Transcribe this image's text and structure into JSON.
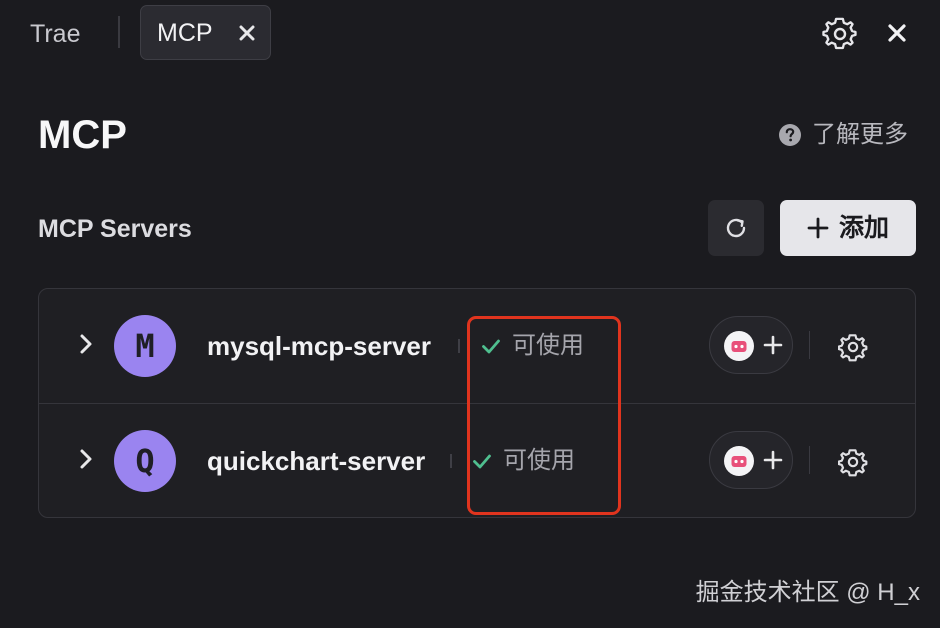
{
  "tabs": {
    "trae_label": "Trae",
    "active_label": "MCP"
  },
  "header": {
    "title": "MCP",
    "learn_more": "了解更多"
  },
  "servers_section": {
    "title": "MCP Servers",
    "add_button_label": "添加"
  },
  "servers": [
    {
      "initial": "M",
      "name": "mysql-mcp-server",
      "status": "可使用"
    },
    {
      "initial": "Q",
      "name": "quickchart-server",
      "status": "可使用"
    }
  ],
  "colors": {
    "background": "#1b1b1f",
    "avatar": "#9a84f0",
    "status_check": "#4fbf8f",
    "highlight_box": "#e0341e"
  },
  "icons": [
    "gear-icon",
    "close-icon",
    "help-icon",
    "refresh-icon",
    "plus-icon",
    "chevron-right-icon",
    "check-icon",
    "agent-icon"
  ],
  "watermark": "掘金技术社区 @ H_x"
}
